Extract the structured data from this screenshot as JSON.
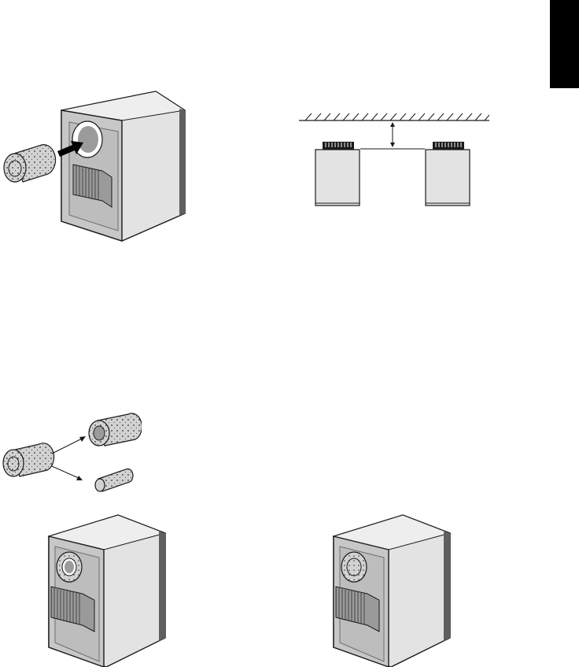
{
  "colors": {
    "ink": "#1a1a1a",
    "cabinet_side": "#e3e3e3",
    "cabinet_front": "#c7c7c7",
    "cabinet_edge": "#6e6e6e",
    "grille": "#9a9a9a",
    "foam": "#d2d2d2",
    "port": "#9b9b9b",
    "arrow": "#000000",
    "tab": "#000000"
  },
  "figures": [
    {
      "name": "foam-plug-insertion",
      "icons": [
        "speaker-cabinet-icon",
        "foam-plug-icon",
        "insert-arrow-icon"
      ]
    },
    {
      "name": "wall-distance",
      "icons": [
        "wall-hatch-icon",
        "speaker-top-view-icon",
        "distance-arrow-icon"
      ]
    },
    {
      "name": "foam-plug-separation",
      "icons": [
        "foam-plug-icon",
        "outer-ring-icon",
        "inner-rod-icon"
      ]
    },
    {
      "name": "speaker-with-ring-installed",
      "icons": [
        "speaker-cabinet-icon",
        "port-ring-icon"
      ]
    },
    {
      "name": "speaker-with-plug-installed",
      "icons": [
        "speaker-cabinet-icon",
        "port-plug-icon"
      ]
    }
  ]
}
